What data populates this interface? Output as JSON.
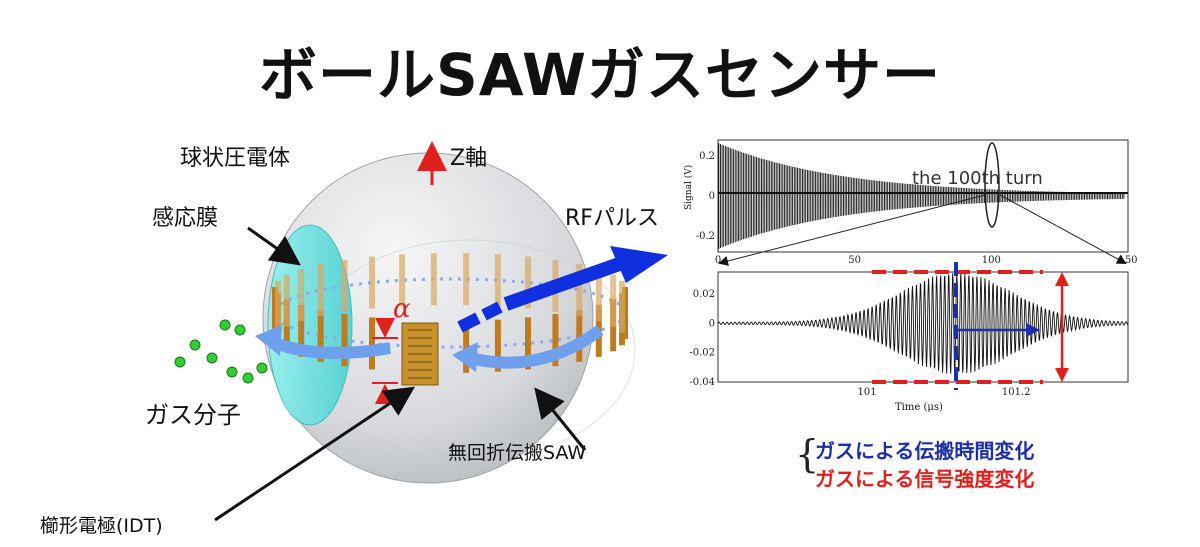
{
  "title": "ボールSAWガスセンサー",
  "labels": {
    "piezo_sphere": "球状圧電体",
    "z_axis": "Z軸",
    "sensing_film": "感応膜",
    "rf_pulse": "RFパルス",
    "alpha": "α",
    "gas_molecules": "ガス分子",
    "saw": "無回折伝搬SAW",
    "idt": "櫛形電極(IDT)"
  },
  "effects": {
    "time_change": "ガスによる伝搬時間変化",
    "amplitude_change": "ガスによる信号強度変化"
  },
  "colors": {
    "title": "#111111",
    "sphere": "#d7d9dc",
    "film": "#5fe0dc",
    "arrow_blue": "#6fa0ee",
    "rf_blue": "#1030e0",
    "electrode": "#c8902a",
    "effect_time": "#1b2fa8",
    "effect_amplitude": "#e0201c",
    "molecule": "#33cc33"
  },
  "chart_data": [
    {
      "type": "line",
      "annotation": "the 100th turn",
      "ylabel": "Signal (V)",
      "x_ticks": [
        0,
        50,
        100,
        150
      ],
      "y_ticks": [
        0.2,
        0,
        -0.2
      ],
      "xlim": [
        0,
        150
      ],
      "ylim": [
        -0.28,
        0.28
      ]
    },
    {
      "type": "line",
      "xlabel": "Time (μs)",
      "x_ticks": [
        "101",
        "101.2"
      ],
      "y_ticks": [
        "0.02",
        "0",
        "-0.02",
        "-0.04"
      ],
      "xlim": [
        100.8,
        101.35
      ],
      "ylim": [
        -0.04,
        0.035
      ]
    }
  ]
}
